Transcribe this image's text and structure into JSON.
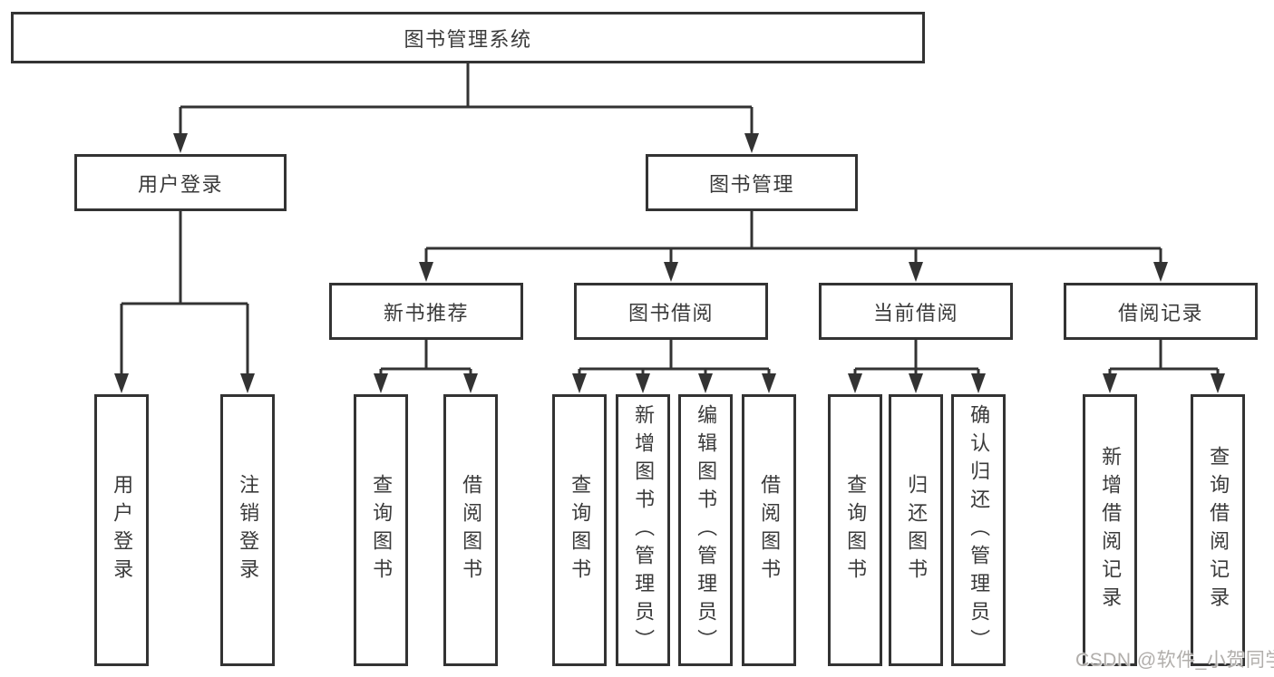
{
  "tree": {
    "label": "图书管理系统",
    "children": [
      {
        "label": "用户登录",
        "children": [
          {
            "label": "用户登录"
          },
          {
            "label": "注销登录"
          }
        ]
      },
      {
        "label": "图书管理",
        "children": [
          {
            "label": "新书推荐",
            "children": [
              {
                "label": "查询图书"
              },
              {
                "label": "借阅图书"
              }
            ]
          },
          {
            "label": "图书借阅",
            "children": [
              {
                "label": "查询图书"
              },
              {
                "label": "新增图书（管理员）"
              },
              {
                "label": "编辑图书（管理员）"
              },
              {
                "label": "借阅图书"
              }
            ]
          },
          {
            "label": "当前借阅",
            "children": [
              {
                "label": "查询图书"
              },
              {
                "label": "归还图书"
              },
              {
                "label": "确认归还（管理员）"
              }
            ]
          },
          {
            "label": "借阅记录",
            "children": [
              {
                "label": "新增借阅记录"
              },
              {
                "label": "查询借阅记录"
              }
            ]
          }
        ]
      }
    ]
  },
  "watermark": "CSDN @软件_小贺同学",
  "colors": {
    "line": "#333333",
    "text": "#3a3a3a",
    "watermark": "#b1aeab",
    "background": "#ffffff"
  }
}
